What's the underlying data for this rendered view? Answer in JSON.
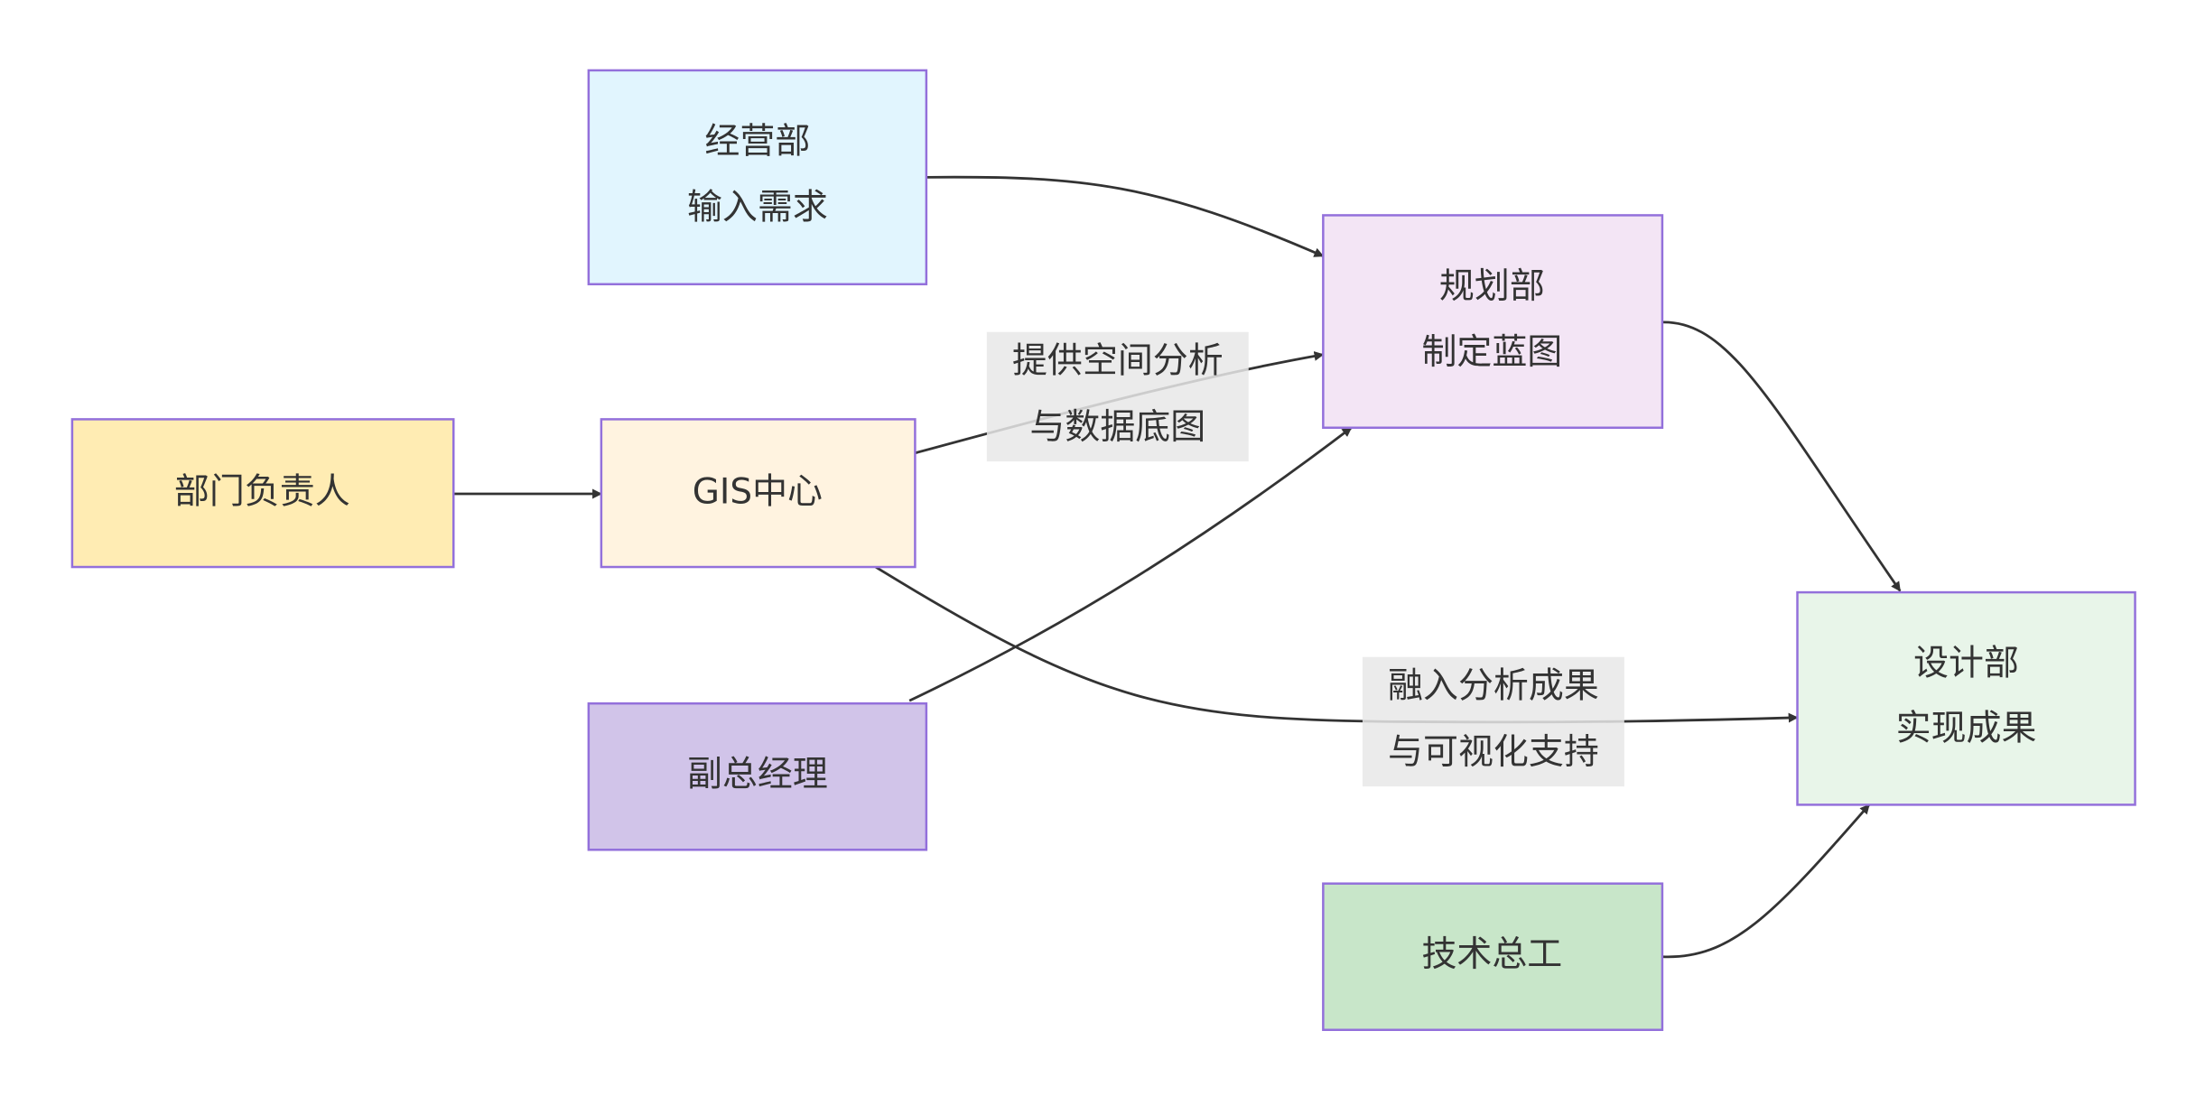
{
  "diagram": {
    "type": "flowchart",
    "direction": "LR",
    "border_color": "#9370DB",
    "edge_color": "#333333",
    "label_bg_color": "#e8e8e8",
    "nodes": [
      {
        "id": "jingying",
        "lines": [
          "经营部",
          "输入需求"
        ],
        "fill": "#e1f5fe"
      },
      {
        "id": "bumen",
        "lines": [
          "部门负责人"
        ],
        "fill": "#ffecb3"
      },
      {
        "id": "gis",
        "lines": [
          "GIS中心"
        ],
        "fill": "#fff3e0"
      },
      {
        "id": "fuzong",
        "lines": [
          "副总经理"
        ],
        "fill": "#d1c4e9"
      },
      {
        "id": "guihua",
        "lines": [
          "规划部",
          "制定蓝图"
        ],
        "fill": "#f3e5f5"
      },
      {
        "id": "jishu",
        "lines": [
          "技术总工"
        ],
        "fill": "#c8e6c9"
      },
      {
        "id": "sheji",
        "lines": [
          "设计部",
          "实现成果"
        ],
        "fill": "#e8f5e9"
      }
    ],
    "edges": [
      {
        "from": "jingying",
        "to": "guihua",
        "label": []
      },
      {
        "from": "bumen",
        "to": "gis",
        "label": []
      },
      {
        "from": "gis",
        "to": "guihua",
        "label": [
          "提供空间分析",
          "与数据底图"
        ]
      },
      {
        "from": "fuzong",
        "to": "guihua",
        "label": []
      },
      {
        "from": "gis",
        "to": "sheji",
        "label": [
          "融入分析成果",
          "与可视化支持"
        ]
      },
      {
        "from": "guihua",
        "to": "sheji",
        "label": []
      },
      {
        "from": "jishu",
        "to": "sheji",
        "label": []
      }
    ]
  }
}
